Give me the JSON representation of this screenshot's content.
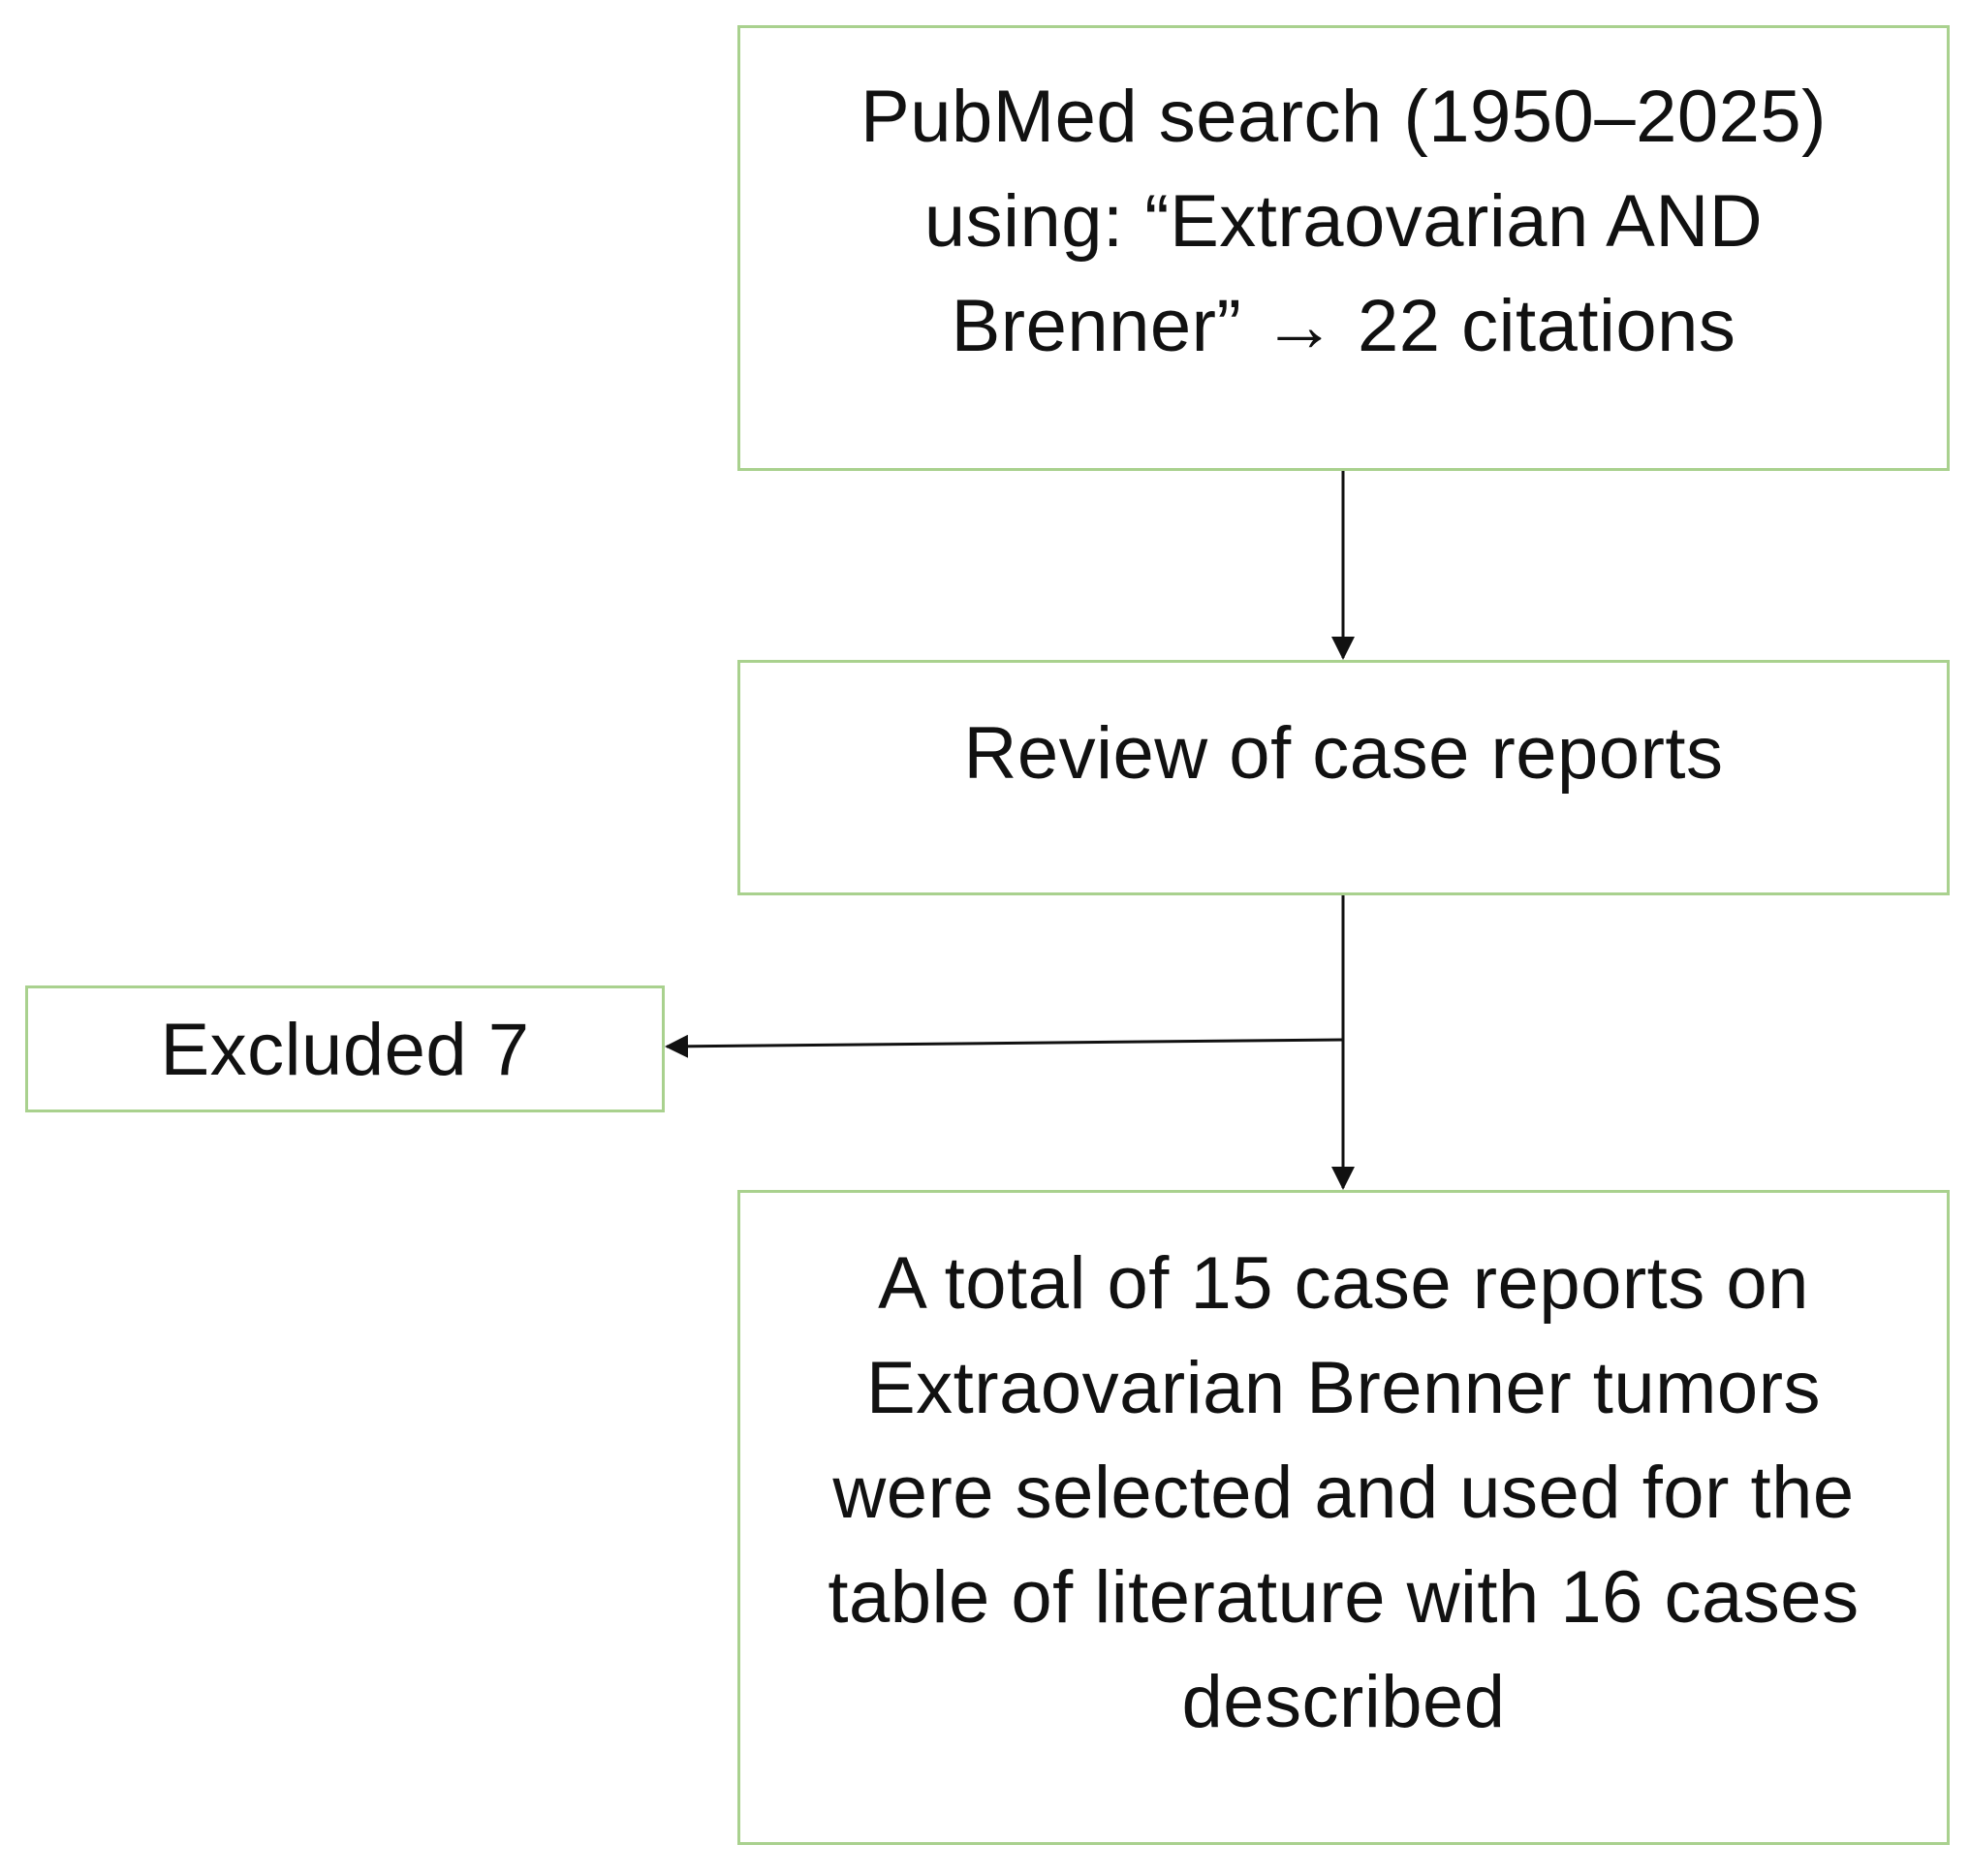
{
  "diagram": {
    "type": "flowchart",
    "nodes": {
      "search": {
        "text": "PubMed search (1950–2025)\nusing: “Extraovarian AND\nBrenner” → 22 citations"
      },
      "review": {
        "text": "Review of case reports"
      },
      "excluded": {
        "text": "Excluded 7"
      },
      "selected": {
        "text": "A total of 15 case reports on\nExtraovarian Brenner tumors\nwere selected and used for the\ntable of literature with 16 cases\ndescribed"
      }
    },
    "edges": [
      {
        "from": "search",
        "to": "review"
      },
      {
        "from": "review",
        "to": "excluded"
      },
      {
        "from": "review",
        "to": "selected"
      }
    ],
    "colors": {
      "box_border": "#a9d18e",
      "arrow": "#111111",
      "text": "#111111"
    }
  }
}
